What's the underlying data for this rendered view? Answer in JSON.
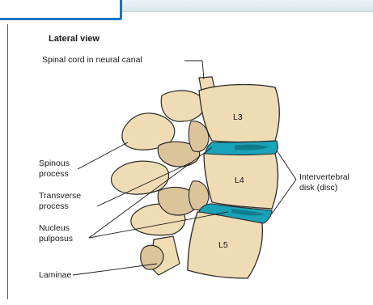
{
  "figure": {
    "title": "Lateral view",
    "labels": {
      "spinal_cord": "Spinal cord in neural canal",
      "spinous_process": [
        "Spinous",
        "process"
      ],
      "transverse_process": [
        "Transverse",
        "process"
      ],
      "nucleus_pulposus": [
        "Nucleus",
        "pulposus"
      ],
      "laminae": "Laminae",
      "intervertebral_disk": [
        "Intervertebral",
        "disk (disc)"
      ]
    },
    "vertebrae": [
      "L3",
      "L4",
      "L5"
    ]
  },
  "colors": {
    "bone": "#efdcb4",
    "bone_shade": "#dcc49a",
    "disc": "#1aa3b8",
    "disc_dark": "#0f7c8e",
    "accent": "#1a73c8",
    "outline": "#2a2a2a"
  }
}
